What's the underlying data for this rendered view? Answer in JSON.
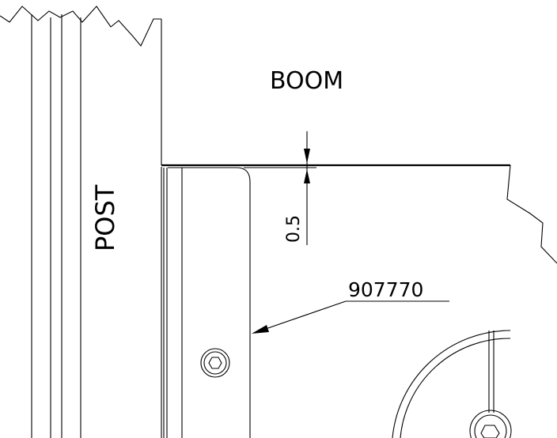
{
  "labels": {
    "boom": "BOOM",
    "post": "POST",
    "dimension": "0.5",
    "part_number": "907770"
  },
  "colors": {
    "background": "#ffffff",
    "line": "#000000"
  }
}
